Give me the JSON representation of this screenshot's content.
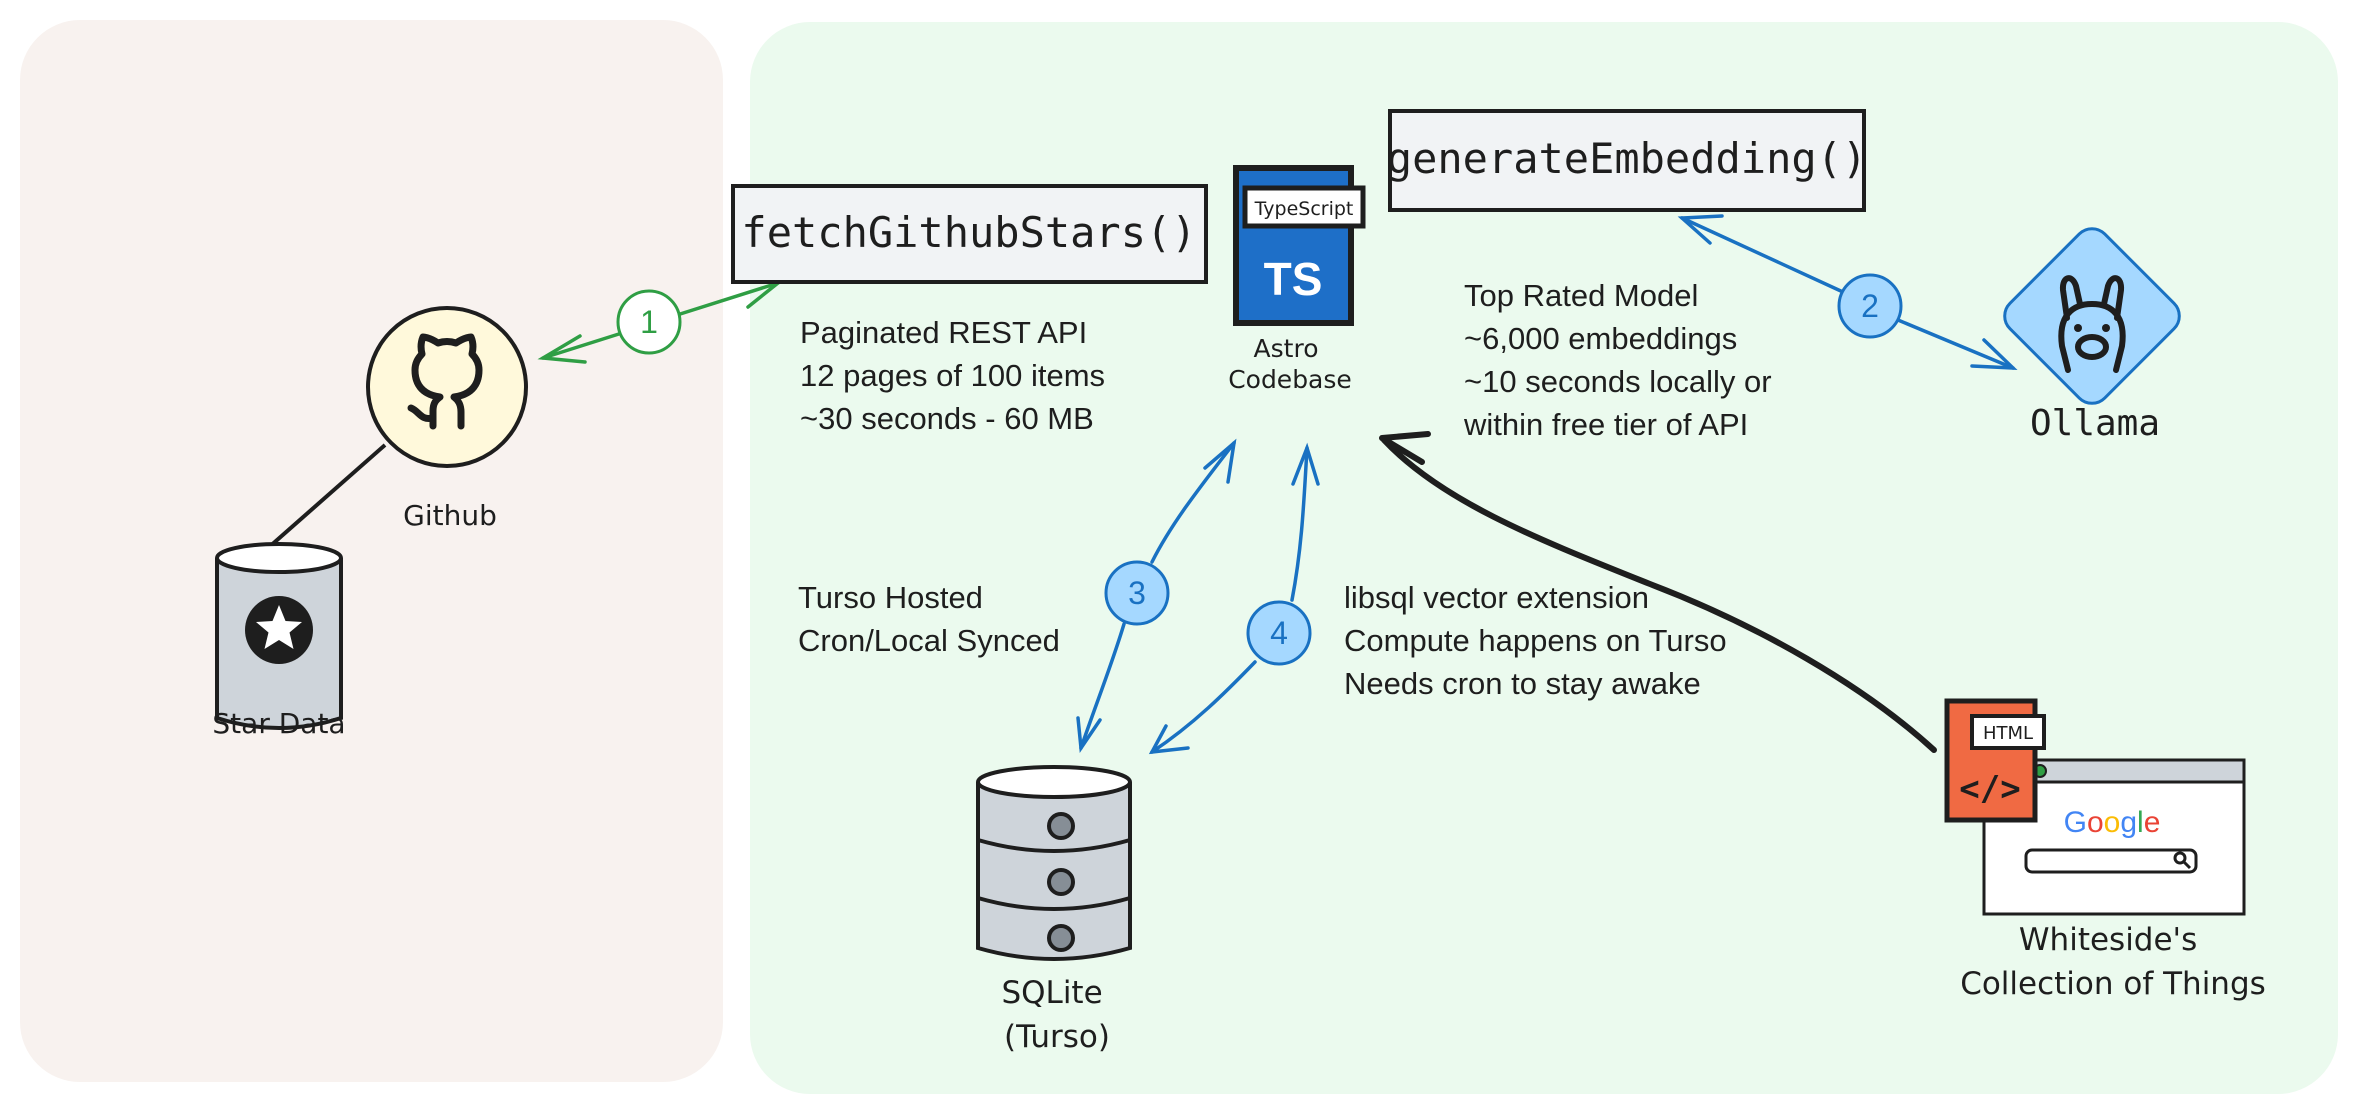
{
  "functions": {
    "fetch": "fetchGithubStars()",
    "embed": "generateEmbedding()"
  },
  "steps": [
    "1",
    "2",
    "3",
    "4"
  ],
  "nodes": {
    "github": "Github",
    "star_data": "Star Data",
    "codebase_badge": "TypeScript",
    "codebase_ts": "TS",
    "codebase_label_1": "Astro",
    "codebase_label_2": "Codebase",
    "ollama": "Ollama",
    "sqlite_1": "SQLite",
    "sqlite_2": "(Turso)",
    "site_1": "Whiteside's",
    "site_2": "Collection of Things",
    "html_badge": "HTML",
    "html_code": "</>",
    "google": [
      "G",
      "o",
      "o",
      "g",
      "l",
      "e"
    ]
  },
  "notes": {
    "fetch": [
      "Paginated REST API",
      "12 pages of 100 items",
      "~30 seconds - 60 MB"
    ],
    "embed": [
      "Top Rated Model",
      "~6,000 embeddings",
      "~10 seconds locally or",
      "within free tier of API"
    ],
    "turso": [
      "Turso Hosted",
      "Cron/Local Synced"
    ],
    "libsql": [
      "libsql vector extension",
      "Compute happens on Turso",
      "Needs cron to stay awake"
    ]
  },
  "colors": {
    "left_panel": "#f8f2ef",
    "right_panel": "#ebfaee",
    "green": "#2f9e44",
    "blue": "#1971c2",
    "blue_fill": "#a5d8ff",
    "ts_blue": "#1e6fc8",
    "html_red": "#f06a43",
    "db_gray": "#ced4da",
    "github_fill": "#fff9db",
    "ink": "#1e1e1e",
    "google": [
      "#4285f4",
      "#ea4335",
      "#fbbc05",
      "#4285f4",
      "#34a853",
      "#ea4335"
    ]
  }
}
